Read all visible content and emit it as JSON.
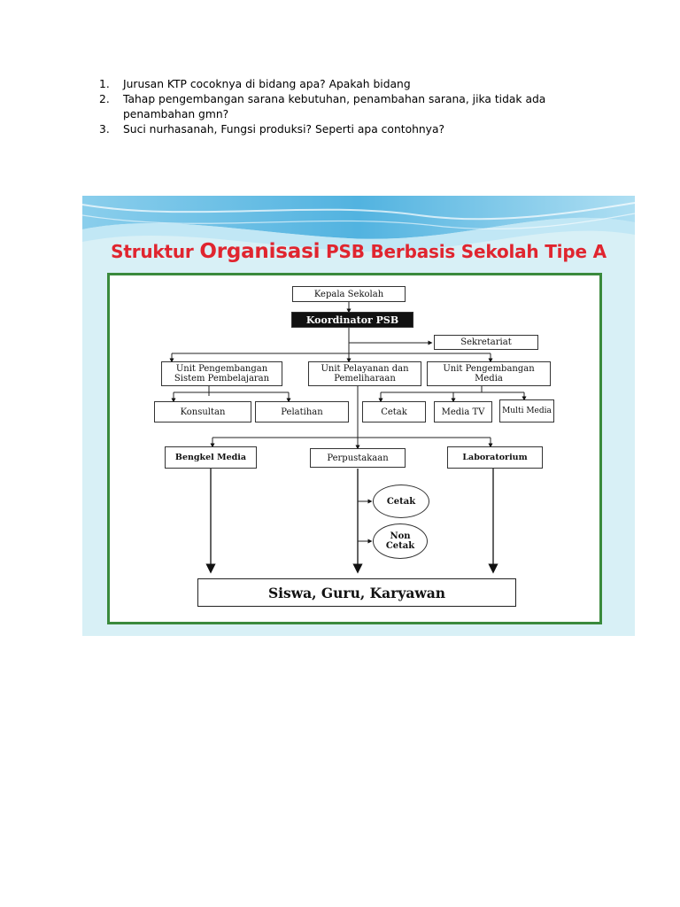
{
  "questions": [
    {
      "number": "1.",
      "text": "Jurusan KTP cocoknya di bidang apa? Apakah bidang"
    },
    {
      "number": "2.",
      "text": "Tahap pengembangan sarana kebutuhan, penambahan sarana, jika tidak ada penambahan gmn?"
    },
    {
      "number": "3.",
      "text": "Suci nurhasanah, Fungsi produksi? Seperti apa contohnya?"
    }
  ],
  "slide": {
    "title_part1": "Struktur",
    "title_part2": "Organisasi",
    "title_part3": "PSB Berbasis Sekolah Tipe A",
    "colors": {
      "title": "#e0252f",
      "frame": "#3a8a3c",
      "background": "#d8f0f6",
      "wave": "#4fb3e0"
    },
    "org_chart": {
      "kepala": "Kepala Sekolah",
      "koordinator": "Koordinator PSB",
      "sekretariat": "Sekretariat",
      "unit1": "Unit Pengembangan Sistem Pembelajaran",
      "unit2": "Unit Pelayanan dan Pemeliharaan",
      "unit3": "Unit Pengembangan Media",
      "konsultan": "Konsultan",
      "pelatihan": "Pelatihan",
      "cetak": "Cetak",
      "media_tv": "Media TV",
      "multi_media": "Multi Media",
      "bengkel": "Bengkel Media",
      "perpustakaan": "Perpustakaan",
      "laboratorium": "Laboratorium",
      "circle_cetak": "Cetak",
      "circle_non_cetak": "Non Cetak",
      "bottom": "Siswa, Guru, Karyawan"
    }
  }
}
